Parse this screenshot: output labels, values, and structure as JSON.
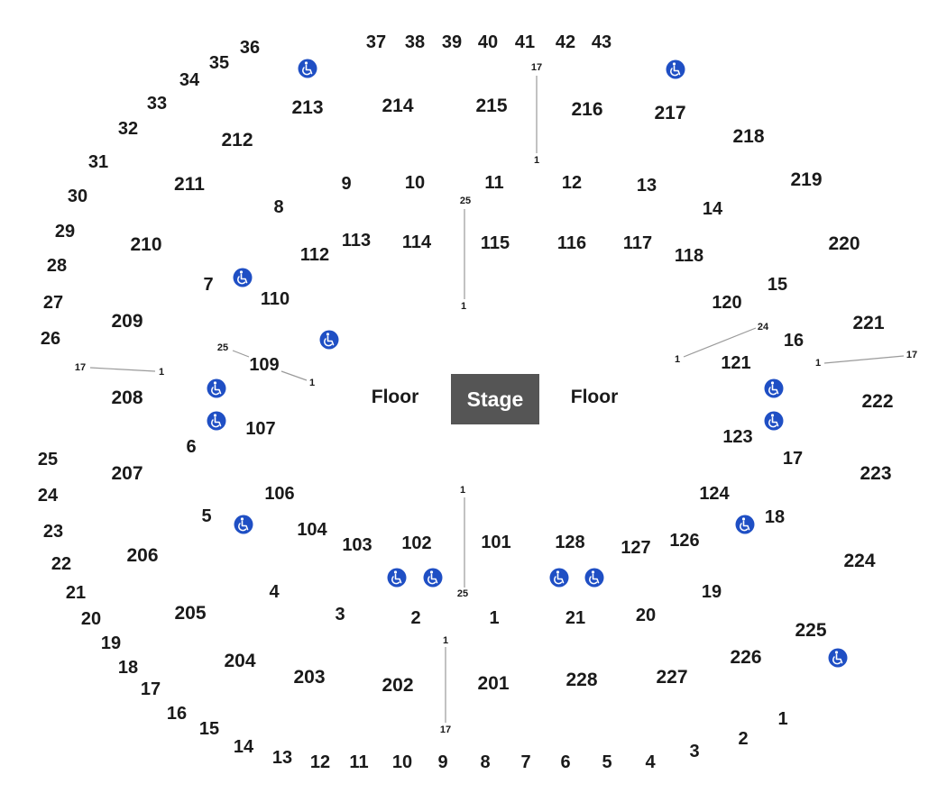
{
  "stage": {
    "label": "Stage",
    "color": "#555555"
  },
  "floor": [
    "Floor",
    "Floor"
  ],
  "accessible_icon": {
    "name": "wheelchair-icon",
    "color": "#1f4fc4"
  },
  "outer_rows": [
    "37",
    "38",
    "39",
    "40",
    "41",
    "42",
    "43",
    "36",
    "35",
    "34",
    "33",
    "32",
    "31",
    "30",
    "29",
    "28",
    "27",
    "26",
    "25",
    "24",
    "23",
    "22",
    "21",
    "20",
    "19",
    "18",
    "17",
    "16",
    "15",
    "14",
    "13",
    "12",
    "11",
    "10",
    "9",
    "8",
    "7",
    "6",
    "5",
    "4",
    "3",
    "2",
    "1"
  ],
  "sections_200": [
    "213",
    "214",
    "215",
    "216",
    "217",
    "218",
    "219",
    "220",
    "221",
    "222",
    "223",
    "224",
    "225",
    "226",
    "227",
    "228",
    "201",
    "202",
    "203",
    "204",
    "205",
    "206",
    "207",
    "208",
    "209",
    "210",
    "211",
    "212"
  ],
  "sections_100": [
    "113",
    "114",
    "115",
    "116",
    "117",
    "118",
    "120",
    "121",
    "123",
    "124",
    "126",
    "127",
    "128",
    "101",
    "102",
    "103",
    "104",
    "106",
    "107",
    "109",
    "110",
    "112"
  ],
  "vomitories": [
    "9",
    "10",
    "11",
    "12",
    "13",
    "14",
    "15",
    "16",
    "17",
    "18",
    "19",
    "20",
    "21",
    "1",
    "2",
    "3",
    "4",
    "5",
    "6",
    "7",
    "8"
  ],
  "row_marks": [
    "17",
    "1",
    "25",
    "1",
    "24",
    "1",
    "1",
    "17",
    "25",
    "1",
    "17",
    "1",
    "1",
    "25",
    "1",
    "17"
  ]
}
